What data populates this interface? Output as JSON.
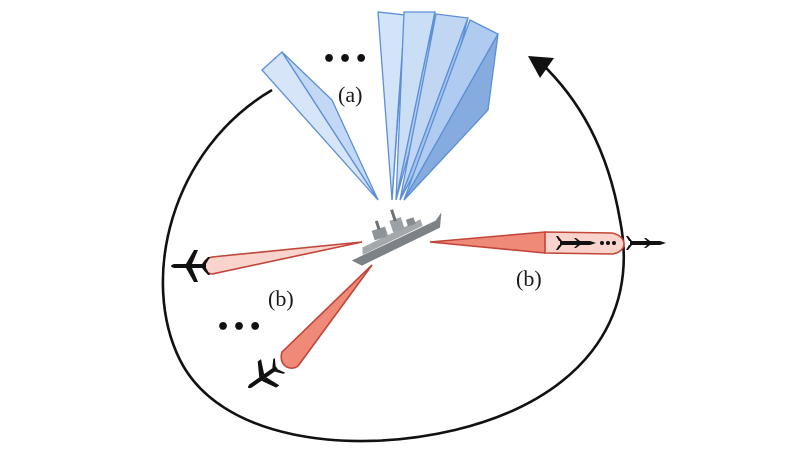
{
  "labels": {
    "a": "(a)",
    "b_left": "(b)",
    "b_right": "(b)",
    "ellipsis_top": "•••",
    "ellipsis_left": "•••"
  },
  "colors": {
    "search_beam_fill": "#c9dcf5",
    "search_beam_fill_deep": "#7ea8e0",
    "search_beam_stroke": "#5b8fd6",
    "track_beam_fill": "#f08a78",
    "track_beam_fill_light": "#f9d3cc",
    "track_beam_stroke": "#c2453a",
    "orbit_stroke": "#111111",
    "ship": "#8a8f94",
    "target": "#111111"
  },
  "icons": {
    "ship": "warship-icon",
    "aircraft": "aircraft-icon",
    "missile": "missile-icon",
    "arrow": "arrowhead-icon"
  }
}
